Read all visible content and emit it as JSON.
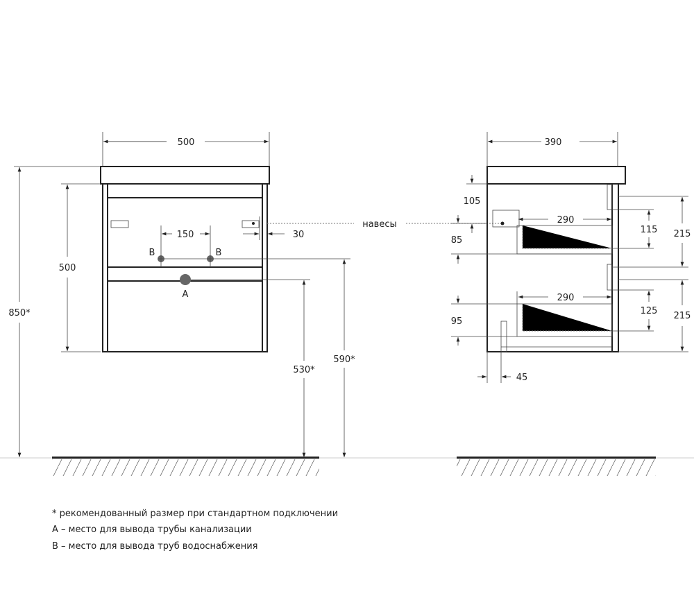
{
  "front_view": {
    "width_label": "500",
    "body_height_label": "500",
    "total_height_label": "850*",
    "pipe_spacing_label": "150",
    "hinge_offset_label": "30",
    "drain_label": "A",
    "water_left_label": "B",
    "water_right_label": "B",
    "drain_height_label": "530*",
    "water_height_label": "590*"
  },
  "hinges_label": "навесы",
  "side_view": {
    "depth_label": "390",
    "top_offset_label": "105",
    "upper_drawer_depth_label": "290",
    "lower_drawer_depth_label": "290",
    "upper_drawer_height_label": "85",
    "lower_drawer_height_label": "95",
    "upper_inner_label": "115",
    "lower_inner_label": "125",
    "upper_front_label": "215",
    "lower_front_label": "215",
    "plinth_offset_label": "45"
  },
  "notes": [
    "* рекомендованный размер при стандартном подключении",
    "А – место для вывода трубы канализации",
    "В – место для вывода труб водоснабжения"
  ]
}
